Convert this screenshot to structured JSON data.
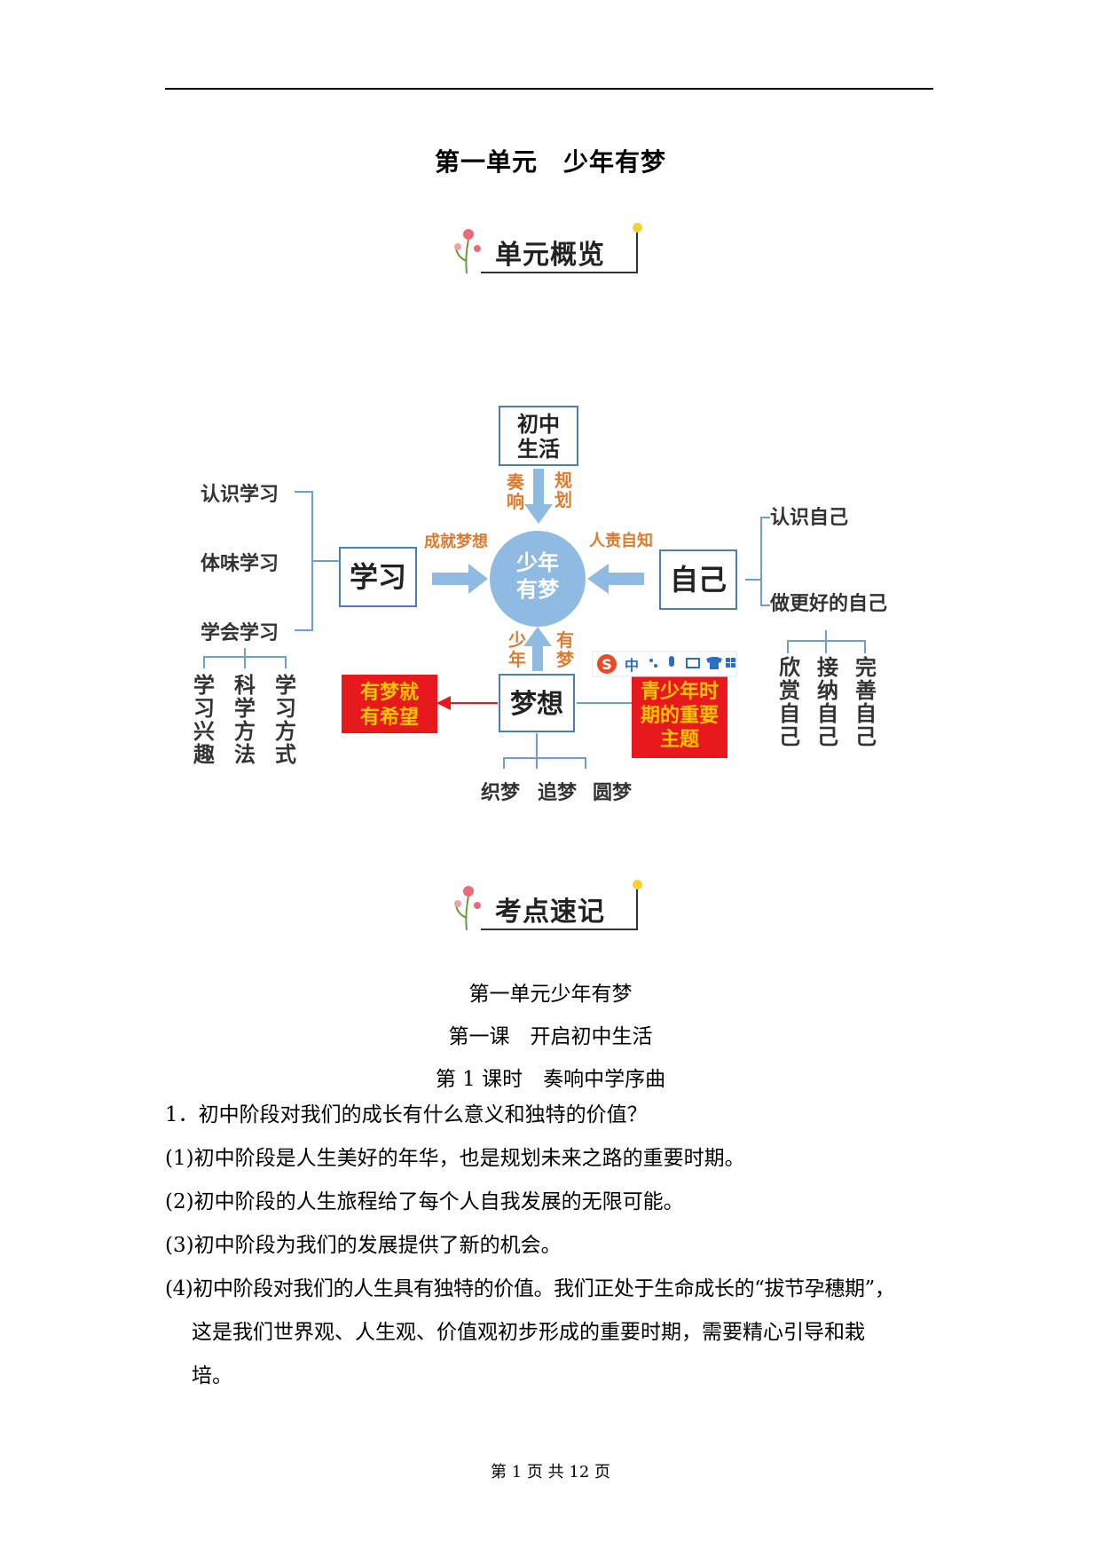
{
  "title": "第一单元　少年有梦",
  "banners": {
    "overview": "单元概览",
    "keypoints": "考点速记"
  },
  "diagram": {
    "center": [
      "少年",
      "有梦"
    ],
    "top_box": [
      "初中",
      "生活"
    ],
    "left_box": "学习",
    "right_box": "自己",
    "bottom_box": "梦想",
    "top_arrow_left": [
      "奏",
      "响"
    ],
    "top_arrow_right": [
      "规",
      "划"
    ],
    "left_arrow": "成就梦想",
    "right_arrow": "人责自知",
    "bottom_arrow_left": [
      "少",
      "年"
    ],
    "bottom_arrow_right": [
      "有",
      "梦"
    ],
    "study_items": [
      "认识学习",
      "体味学习",
      "学会学习"
    ],
    "study_sub": [
      "学习兴趣",
      "科学方法",
      "学习方式"
    ],
    "self_items": [
      "认识自己",
      "做更好的自己"
    ],
    "self_sub": [
      "欣赏自己",
      "接纳自己",
      "完善自己"
    ],
    "dream_left_red": [
      "有梦就",
      "有希望"
    ],
    "dream_right_red": [
      "青少年时",
      "期的重要",
      "主题"
    ],
    "dream_sub": [
      "织梦",
      "追梦",
      "圆梦"
    ],
    "ime_toolbar": [
      "S",
      "中"
    ]
  },
  "content": {
    "unit": "第一单元少年有梦",
    "lesson": "第一课　开启初中生活",
    "period": "第 1 课时　奏响中学序曲",
    "question": "1．初中阶段对我们的成长有什么意义和独特的价值？",
    "p1": "(1)初中阶段是人生美好的年华，也是规划未来之路的重要时期。",
    "p2": "(2)初中阶段的人生旅程给了每个人自我发展的无限可能。",
    "p3": "(3)初中阶段为我们的发展提供了新的机会。",
    "p4_l1": "(4)初中阶段对我们的人生具有独特的价值。我们正处于生命成长的“拔节孕穗期”，",
    "p4_l2": "这是我们世界观、人生观、价值观初步形成的重要时期，需要精心引导和栽",
    "p4_l3": "培。"
  },
  "footer": {
    "prefix": "第",
    "page": "1",
    "mid": "页 共",
    "total": "12",
    "suffix": "页"
  },
  "colors": {
    "blue": "#8fbbe3",
    "orange": "#e07a2e",
    "red": "#e8191c",
    "box": "#4a7fb5",
    "bracket": "#6d9ed0"
  }
}
